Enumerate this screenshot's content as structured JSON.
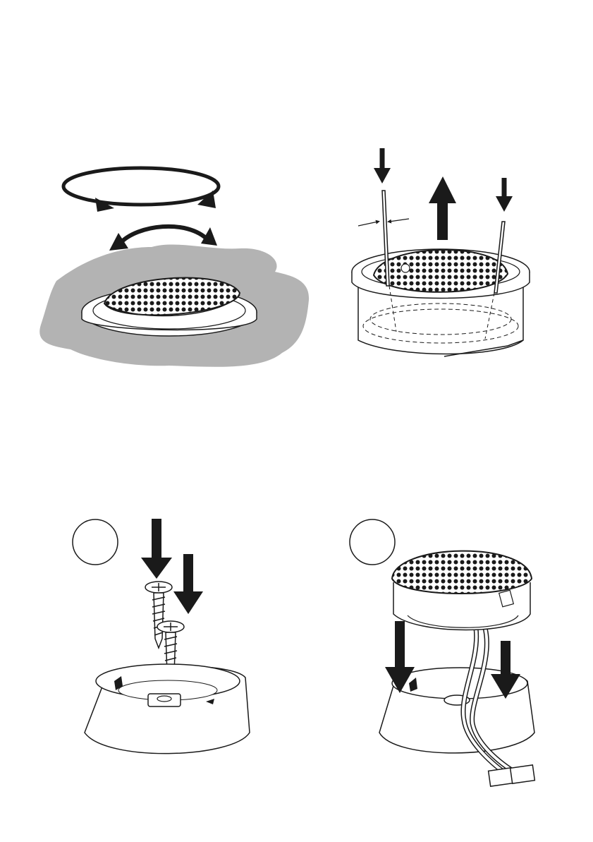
{
  "figures": [
    {
      "id": "rotate-tweeter",
      "step_number": ""
    },
    {
      "id": "remove-tweeter-with-pins",
      "step_number": ""
    },
    {
      "id": "screw-mount-cup",
      "step_number": ""
    },
    {
      "id": "insert-tweeter-into-cup",
      "step_number": ""
    }
  ],
  "colors": {
    "line": "#1a1a1a",
    "surface": "#b3b3b3",
    "dot": "#1a1a1a"
  }
}
